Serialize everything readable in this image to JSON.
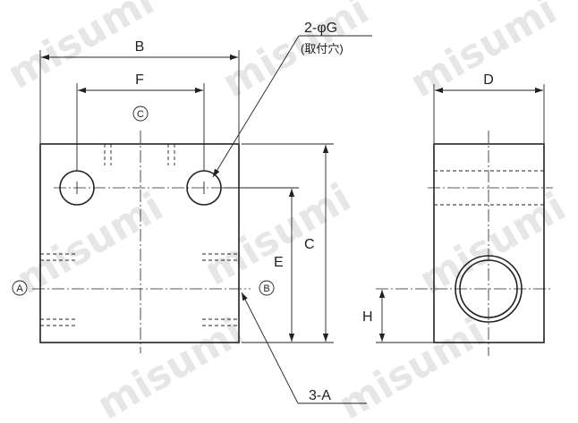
{
  "watermark": {
    "text": "misumi",
    "color": "#e6e6e6"
  },
  "dimensions": {
    "B": "B",
    "F": "F",
    "D": "D",
    "C": "C",
    "E": "E",
    "H": "H"
  },
  "datums": {
    "A": "A",
    "B": "B",
    "C": "C"
  },
  "callouts": {
    "mount_hole": "2-φG",
    "mount_hole_note": "(取付穴)",
    "tapped": "3-A"
  },
  "colors": {
    "line": "#222222",
    "background": "#ffffff"
  }
}
